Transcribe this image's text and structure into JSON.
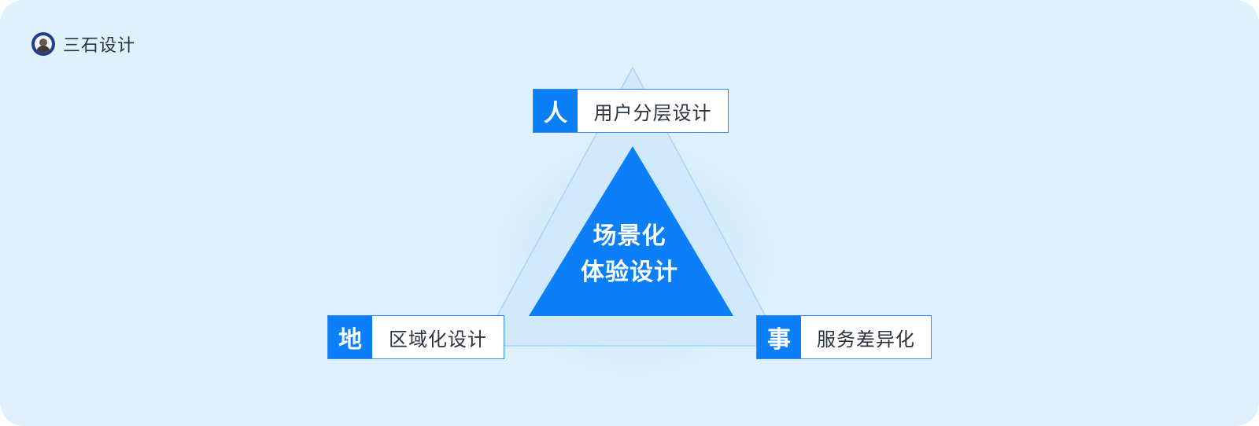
{
  "brand": {
    "name": "三石设计"
  },
  "diagram": {
    "center": {
      "line1": "场景化",
      "line2": "体验设计"
    },
    "nodes": [
      {
        "key": "人",
        "label": "用户分层设计"
      },
      {
        "key": "地",
        "label": "区域化设计"
      },
      {
        "key": "事",
        "label": "服务差异化"
      }
    ]
  },
  "colors": {
    "background": "#dff1fd",
    "accent": "#0a7ff7",
    "outer_triangle": "#cfe7fb",
    "box_border": "#2d8cf0"
  }
}
